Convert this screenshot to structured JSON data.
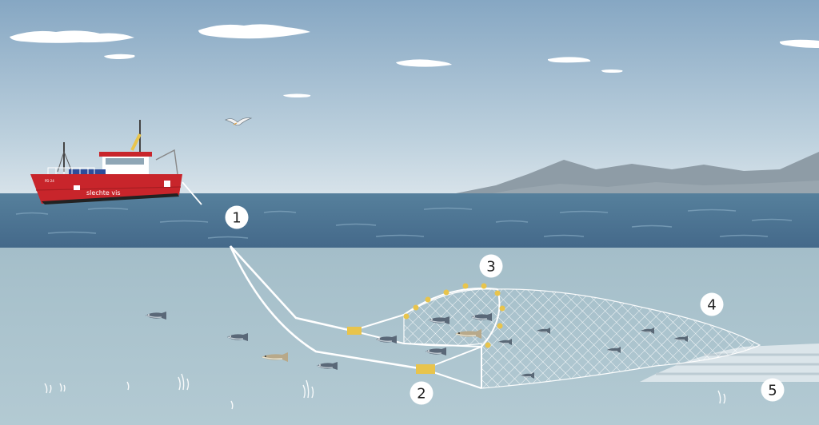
{
  "labels": [
    "1",
    "2",
    "3",
    "4",
    "5"
  ],
  "boat": {
    "name": "slechte vis",
    "registration": "PD 24"
  },
  "colors": {
    "sky_top": "#8aaac4",
    "sky_bottom": "#d4e0e8",
    "sea_surface": "#4f7896",
    "underwater": "#a9c2cc",
    "hull": "#c8252b",
    "net_mesh": "#ffffff",
    "float": "#e6c24a",
    "seabed": "#dde6ea",
    "mountain": "#8d9aa3"
  }
}
